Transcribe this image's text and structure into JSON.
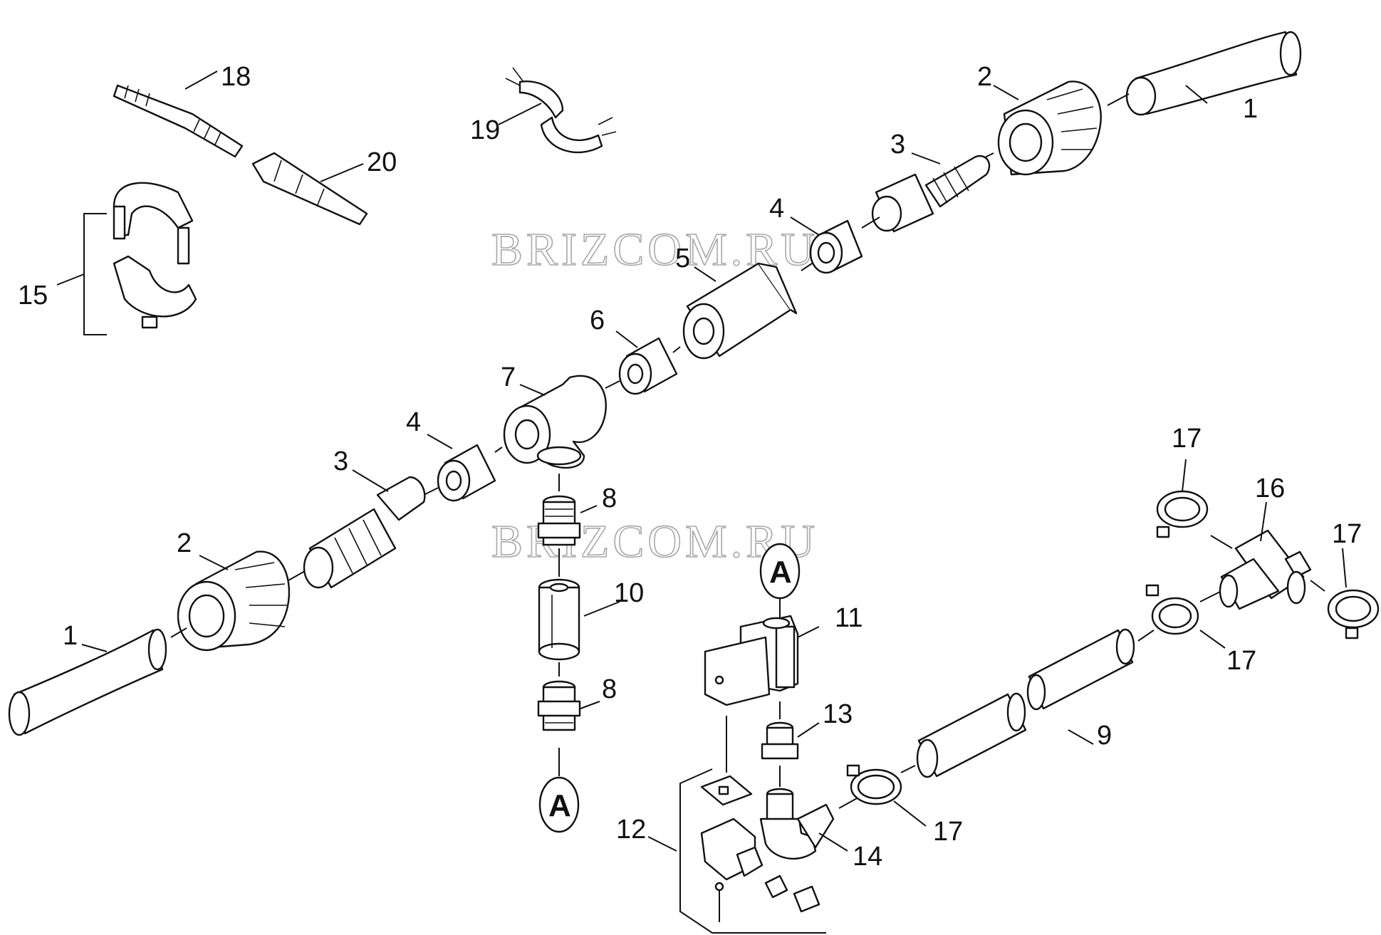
{
  "diagram": {
    "watermark": "BRIZCOM.RU",
    "connector_letter": "A",
    "part_labels": {
      "p1_top": "1",
      "p2_top": "2",
      "p3_top": "3",
      "p4_top": "4",
      "p5": "5",
      "p6": "6",
      "p7": "7",
      "p4_left": "4",
      "p3_left": "3",
      "p2_left": "2",
      "p1_left": "1",
      "p8_top": "8",
      "p10": "10",
      "p8_bottom": "8",
      "p11": "11",
      "p12": "12",
      "p13": "13",
      "p14": "14",
      "p15": "15",
      "p16": "16",
      "p17_a": "17",
      "p17_b": "17",
      "p17_c": "17",
      "p17_d": "17",
      "p18": "18",
      "p19": "19",
      "p20": "20",
      "p9": "9"
    }
  }
}
